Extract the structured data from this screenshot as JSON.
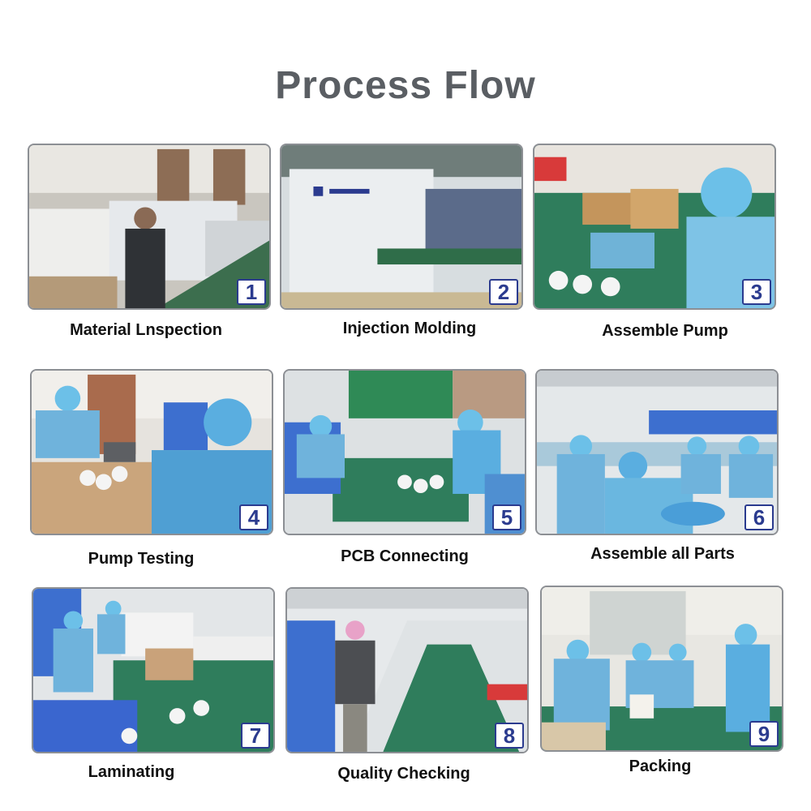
{
  "title": "Process Flow",
  "steps": [
    {
      "number": "1",
      "label": "Material Lnspection"
    },
    {
      "number": "2",
      "label": "Injection Molding"
    },
    {
      "number": "3",
      "label": "Assemble Pump"
    },
    {
      "number": "4",
      "label": "Pump Testing"
    },
    {
      "number": "5",
      "label": "PCB Connecting"
    },
    {
      "number": "6",
      "label": "Assemble all Parts"
    },
    {
      "number": "7",
      "label": "Laminating"
    },
    {
      "number": "8",
      "label": "Quality Checking"
    },
    {
      "number": "9",
      "label": "Packing"
    }
  ]
}
